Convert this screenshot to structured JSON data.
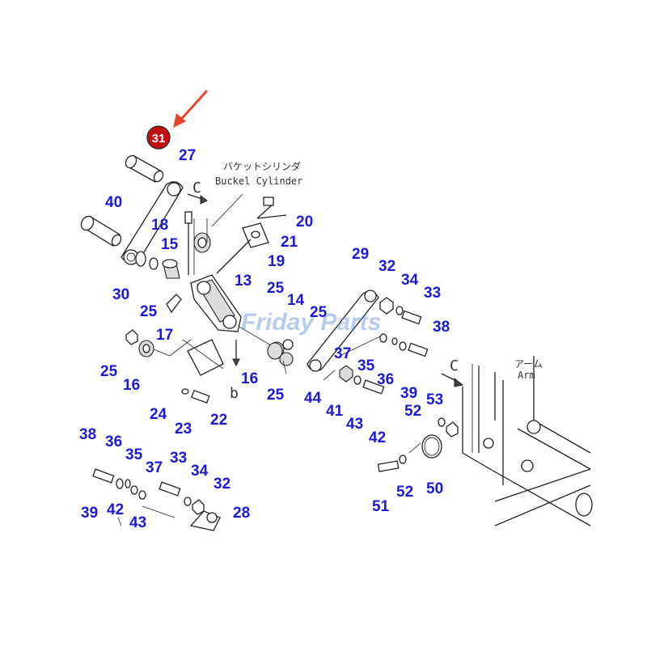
{
  "diagram": {
    "highlighted_part": "31",
    "annotations": {
      "bucket_cylinder_jp": "バケットシリンダ",
      "bucket_cylinder_en": "Buckel Cylinder",
      "arm_jp": "アーム",
      "arm_en": "Arm",
      "view_c_top": "C",
      "view_c_right": "C",
      "view_b": "b"
    },
    "watermark": "Friday Parts",
    "part_labels": [
      {
        "id": "p27",
        "text": "27"
      },
      {
        "id": "p40",
        "text": "40"
      },
      {
        "id": "p18",
        "text": "18"
      },
      {
        "id": "p15",
        "text": "15"
      },
      {
        "id": "p20",
        "text": "20"
      },
      {
        "id": "p21",
        "text": "21"
      },
      {
        "id": "p19",
        "text": "19"
      },
      {
        "id": "p13",
        "text": "13"
      },
      {
        "id": "p30",
        "text": "30"
      },
      {
        "id": "p25a",
        "text": "25"
      },
      {
        "id": "p17",
        "text": "17"
      },
      {
        "id": "p25b",
        "text": "25"
      },
      {
        "id": "p14",
        "text": "14"
      },
      {
        "id": "p25c",
        "text": "25"
      },
      {
        "id": "p29",
        "text": "29"
      },
      {
        "id": "p32a",
        "text": "32"
      },
      {
        "id": "p34a",
        "text": "34"
      },
      {
        "id": "p33a",
        "text": "33"
      },
      {
        "id": "p38a",
        "text": "38"
      },
      {
        "id": "p37a",
        "text": "37"
      },
      {
        "id": "p35a",
        "text": "35"
      },
      {
        "id": "p36a",
        "text": "36"
      },
      {
        "id": "p25d",
        "text": "25"
      },
      {
        "id": "p16a",
        "text": "16"
      },
      {
        "id": "p16b",
        "text": "16"
      },
      {
        "id": "p25e",
        "text": "25"
      },
      {
        "id": "p44",
        "text": "44"
      },
      {
        "id": "p41",
        "text": "41"
      },
      {
        "id": "p39a",
        "text": "39"
      },
      {
        "id": "p53",
        "text": "53"
      },
      {
        "id": "p52a",
        "text": "52"
      },
      {
        "id": "p24",
        "text": "24"
      },
      {
        "id": "p23",
        "text": "23"
      },
      {
        "id": "p22",
        "text": "22"
      },
      {
        "id": "p43a",
        "text": "43"
      },
      {
        "id": "p42a",
        "text": "42"
      },
      {
        "id": "p38b",
        "text": "38"
      },
      {
        "id": "p36b",
        "text": "36"
      },
      {
        "id": "p35b",
        "text": "35"
      },
      {
        "id": "p33b",
        "text": "33"
      },
      {
        "id": "p37b",
        "text": "37"
      },
      {
        "id": "p34b",
        "text": "34"
      },
      {
        "id": "p32b",
        "text": "32"
      },
      {
        "id": "p39b",
        "text": "39"
      },
      {
        "id": "p42b",
        "text": "42"
      },
      {
        "id": "p43b",
        "text": "43"
      },
      {
        "id": "p28",
        "text": "28"
      },
      {
        "id": "p51",
        "text": "51"
      },
      {
        "id": "p52b",
        "text": "52"
      },
      {
        "id": "p50",
        "text": "50"
      }
    ]
  }
}
